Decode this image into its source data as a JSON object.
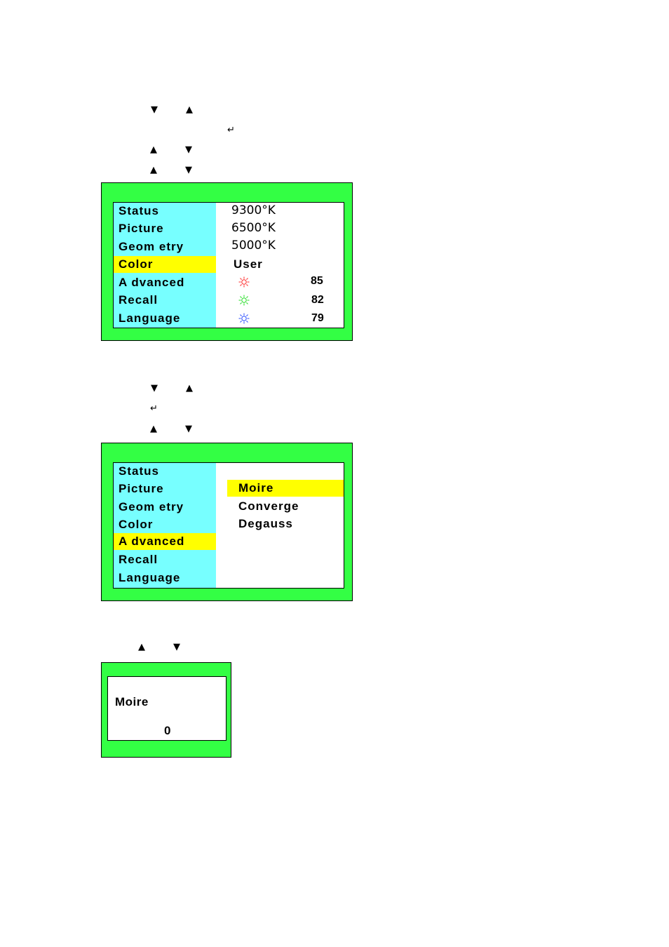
{
  "glyphs": {
    "down": "▼",
    "up": "▲",
    "enter": "↵"
  },
  "panel1": {
    "menu": [
      "Status",
      "Picture",
      "Geom etry",
      "Color",
      "A dvanced",
      "Recall",
      "Language"
    ],
    "selected_index": 3,
    "options": [
      "9300°K",
      "6500°K",
      "5000°K",
      "User"
    ],
    "rgb": [
      {
        "icon": "red-sun-icon",
        "color": "#ff2a2a",
        "value": "85"
      },
      {
        "icon": "green-sun-icon",
        "color": "#22dd22",
        "value": "82"
      },
      {
        "icon": "blue-sun-icon",
        "color": "#2a4dff",
        "value": "79"
      }
    ]
  },
  "panel2": {
    "menu": [
      "Status",
      "Picture",
      "Geom etry",
      "Color",
      "A dvanced",
      "Recall",
      "Language"
    ],
    "selected_index": 4,
    "options": [
      "Moire",
      "Converge",
      "Degauss"
    ],
    "selected_option_index": 0
  },
  "panel3": {
    "label": "Moire",
    "value": "0"
  }
}
